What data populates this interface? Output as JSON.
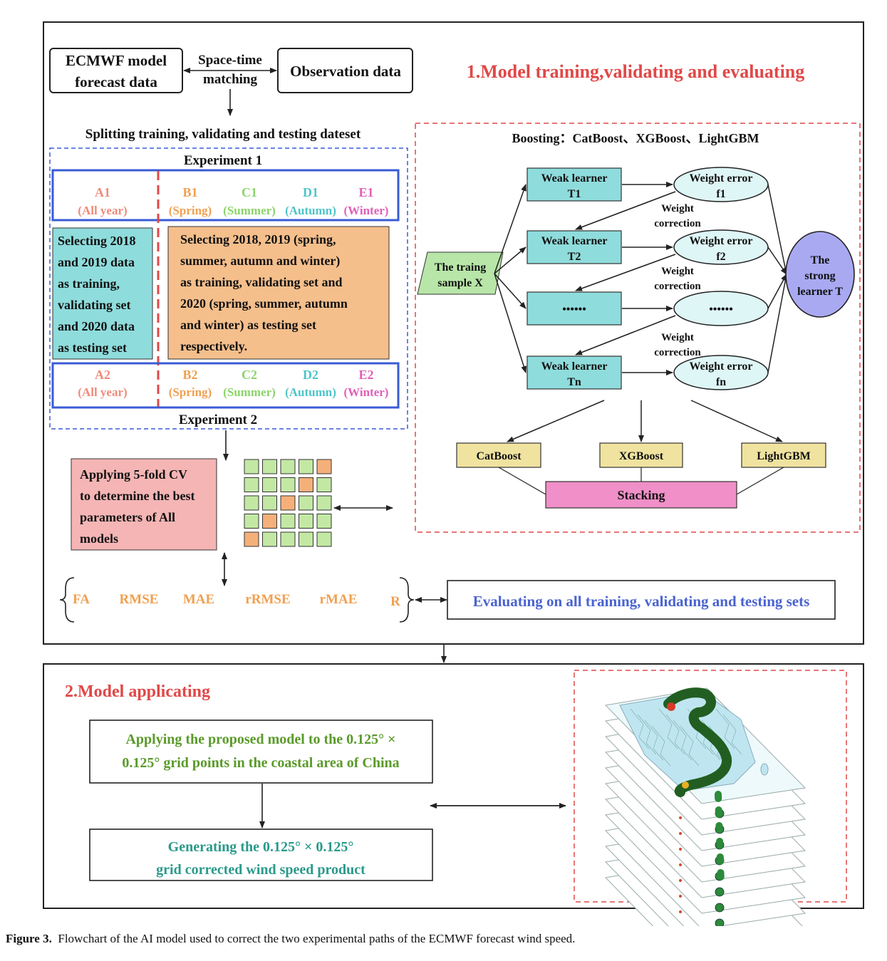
{
  "colors": {
    "red_title": "#e04848",
    "blue_frame": "#3a5bd6",
    "teal_box": "#8fdcdc",
    "orange_box": "#f5bf8c",
    "pink_box": "#f5b5b5",
    "yellow_box": "#f0e3a0",
    "magenta_box": "#f08fc8",
    "lavender_node": "#a9a9f2",
    "ellipse_fill": "#dff6f6",
    "green_text": "#5a9a2a",
    "teal_text": "#2a9a8a",
    "eval_text": "#4a63d0",
    "grid_green": "#c3e8a4",
    "grid_orange": "#f5b07a"
  },
  "section1": {
    "title": "1.Model training,validating and evaluating",
    "ecmwf_line1": "ECMWF model",
    "ecmwf_line2": "forecast data",
    "match_line1": "Space-time",
    "match_line2": "matching",
    "observation": "Observation data",
    "splitting": "Splitting training, validating and testing dateset",
    "experiment1": "Experiment 1",
    "experiment2": "Experiment 2",
    "exp1_row": [
      {
        "code": "A1",
        "label": "(All year)",
        "color": "#f08a7a"
      },
      {
        "code": "B1",
        "label": "(Spring)",
        "color": "#f0a050"
      },
      {
        "code": "C1",
        "label": "(Summer)",
        "color": "#8cd46a"
      },
      {
        "code": "D1",
        "label": "(Autumn)",
        "color": "#4fc4c8"
      },
      {
        "code": "E1",
        "label": "(Winter)",
        "color": "#e060b8"
      }
    ],
    "exp2_row": [
      {
        "code": "A2",
        "label": "(All year)",
        "color": "#f08a7a"
      },
      {
        "code": "B2",
        "label": "(Spring)",
        "color": "#f0a050"
      },
      {
        "code": "C2",
        "label": "(Summer)",
        "color": "#8cd46a"
      },
      {
        "code": "D2",
        "label": "(Autumn)",
        "color": "#4fc4c8"
      },
      {
        "code": "E2",
        "label": "(Winter)",
        "color": "#e060b8"
      }
    ],
    "teal_lines": [
      "Selecting 2018",
      "and 2019 data",
      "as training,",
      "validating set",
      "and 2020 data",
      "as testing set"
    ],
    "orange_lines": [
      "Selecting 2018, 2019 (spring,",
      "summer, autumn and winter)",
      "as training, validating set and",
      "2020 (spring, summer, autumn",
      "and winter) as testing set",
      "respectively."
    ],
    "cv_lines": [
      "Applying 5-fold CV",
      "to determine the best",
      "parameters of All",
      "models"
    ],
    "cv_grid": [
      [
        0,
        0,
        0,
        0,
        1
      ],
      [
        0,
        0,
        0,
        1,
        0
      ],
      [
        0,
        0,
        1,
        0,
        0
      ],
      [
        0,
        1,
        0,
        0,
        0
      ],
      [
        1,
        0,
        0,
        0,
        0
      ]
    ],
    "metrics": [
      "FA",
      "RMSE",
      "MAE",
      "rRMSE",
      "rMAE",
      "R"
    ],
    "evaluating": "Evaluating on all training, validating and testing sets"
  },
  "boosting": {
    "title": "Boosting：CatBoost、XGBoost、LightGBM",
    "sample_line1": "The traing",
    "sample_line2": "sample X",
    "learners": [
      {
        "line1": "Weak learner",
        "line2": "T1",
        "err1": "Weight error",
        "err2": "f1"
      },
      {
        "line1": "Weak learner",
        "line2": "T2",
        "err1": "Weight error",
        "err2": "f2"
      },
      {
        "line1": "••••••",
        "line2": "",
        "err1": "••••••",
        "err2": ""
      },
      {
        "line1": "Weak learner",
        "line2": "Tn",
        "err1": "Weight error",
        "err2": "fn"
      }
    ],
    "correction_line1": "Weight",
    "correction_line2": "correction",
    "strong_line1": "The",
    "strong_line2": "strong",
    "strong_line3": "learner T",
    "catboost": "CatBoost",
    "xgboost": "XGBoost",
    "lightgbm": "LightGBM",
    "stacking": "Stacking"
  },
  "section2": {
    "title": "2.Model applicating",
    "apply_line1": "Applying the proposed model to the 0.125° ×",
    "apply_line2": "0.125° grid points in the coastal area of China",
    "generate_line1": "Generating the 0.125° × 0.125°",
    "generate_line2": "grid corrected wind speed product"
  },
  "caption": {
    "label": "Figure 3.",
    "text": "Flowchart of the AI model used to correct the two experimental paths of the ECMWF forecast wind speed."
  }
}
